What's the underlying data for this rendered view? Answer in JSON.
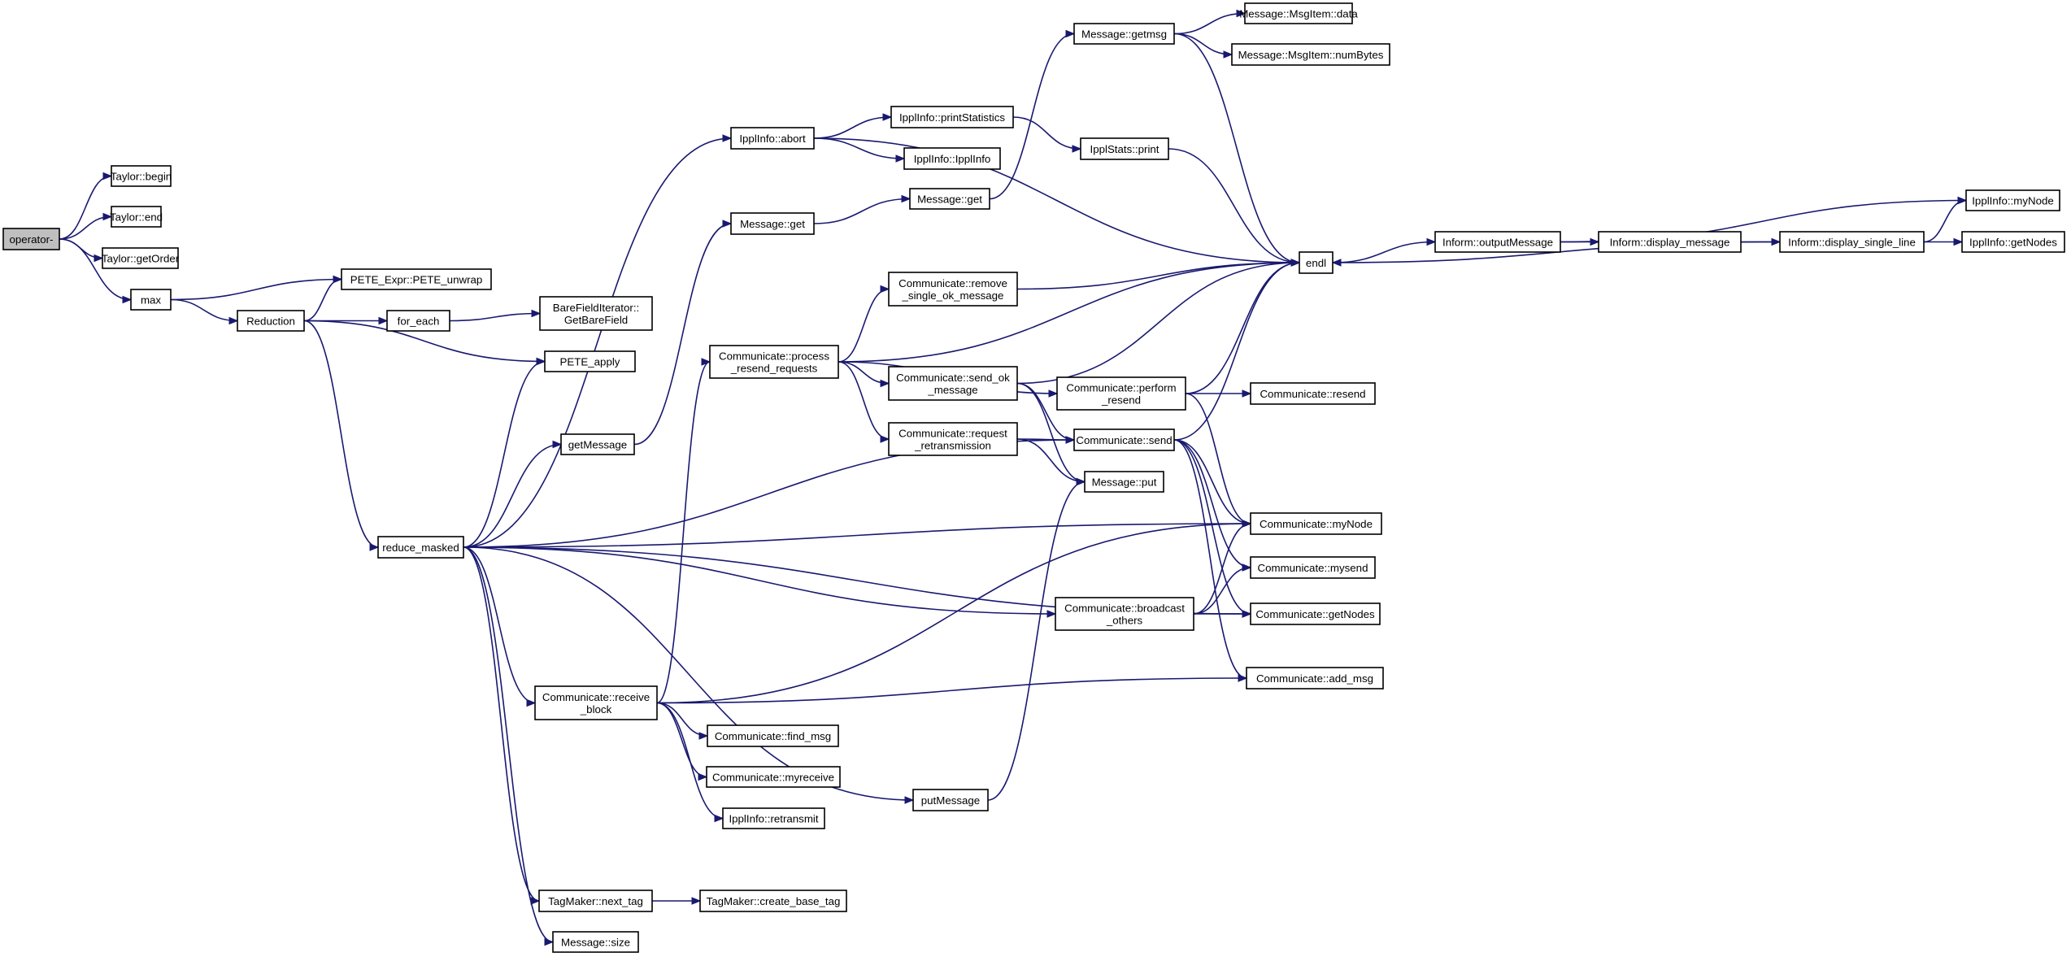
{
  "diagram": {
    "type": "call-graph",
    "colors": {
      "edge": "#191970",
      "root_fill": "#bfbfbf",
      "node_fill": "#ffffff",
      "border": "#000000"
    },
    "nodes": [
      {
        "id": "operator_minus",
        "lines": [
          "operator-"
        ]
      },
      {
        "id": "taylor_begin",
        "lines": [
          "Taylor::begin"
        ]
      },
      {
        "id": "taylor_end",
        "lines": [
          "Taylor::end"
        ]
      },
      {
        "id": "taylor_getorder",
        "lines": [
          "Taylor::getOrder"
        ]
      },
      {
        "id": "max",
        "lines": [
          "max"
        ]
      },
      {
        "id": "pete_unwrap",
        "lines": [
          "PETE_Expr::PETE_unwrap"
        ]
      },
      {
        "id": "reduction",
        "lines": [
          "Reduction"
        ]
      },
      {
        "id": "for_each",
        "lines": [
          "for_each"
        ]
      },
      {
        "id": "barefield",
        "lines": [
          "BareFieldIterator::",
          "GetBareField"
        ]
      },
      {
        "id": "pete_apply",
        "lines": [
          "PETE_apply"
        ]
      },
      {
        "id": "reduce_masked",
        "lines": [
          "reduce_masked"
        ]
      },
      {
        "id": "getmessage",
        "lines": [
          "getMessage"
        ]
      },
      {
        "id": "ipplinfo_abort",
        "lines": [
          "IpplInfo::abort"
        ]
      },
      {
        "id": "message_get_1",
        "lines": [
          "Message::get"
        ]
      },
      {
        "id": "printstatistics",
        "lines": [
          "IpplInfo::printStatistics"
        ]
      },
      {
        "id": "ipplinfo_ctor",
        "lines": [
          "IpplInfo::IpplInfo"
        ]
      },
      {
        "id": "message_get_2",
        "lines": [
          "Message::get"
        ]
      },
      {
        "id": "message_getmsg",
        "lines": [
          "Message::getmsg"
        ]
      },
      {
        "id": "msgitem_data",
        "lines": [
          "Message::MsgItem::data"
        ]
      },
      {
        "id": "msgitem_numbytes",
        "lines": [
          "Message::MsgItem::numBytes"
        ]
      },
      {
        "id": "ipplstats_print",
        "lines": [
          "IpplStats::print"
        ]
      },
      {
        "id": "endl",
        "lines": [
          "endl"
        ]
      },
      {
        "id": "outputmessage",
        "lines": [
          "Inform::outputMessage"
        ]
      },
      {
        "id": "display_message",
        "lines": [
          "Inform::display_message"
        ]
      },
      {
        "id": "display_single_line",
        "lines": [
          "Inform::display_single_line"
        ]
      },
      {
        "id": "ippl_mynode",
        "lines": [
          "IpplInfo::myNode"
        ]
      },
      {
        "id": "ippl_getnodes",
        "lines": [
          "IpplInfo::getNodes"
        ]
      },
      {
        "id": "process_resend",
        "lines": [
          "Communicate::process",
          "_resend_requests"
        ]
      },
      {
        "id": "remove_single_ok",
        "lines": [
          "Communicate::remove",
          "_single_ok_message"
        ]
      },
      {
        "id": "send_ok",
        "lines": [
          "Communicate::send_ok",
          "_message"
        ]
      },
      {
        "id": "request_retrans",
        "lines": [
          "Communicate::request",
          "_retransmission"
        ]
      },
      {
        "id": "perform_resend",
        "lines": [
          "Communicate::perform",
          "_resend"
        ]
      },
      {
        "id": "comm_resend",
        "lines": [
          "Communicate::resend"
        ]
      },
      {
        "id": "comm_send",
        "lines": [
          "Communicate::send"
        ]
      },
      {
        "id": "message_put",
        "lines": [
          "Message::put"
        ]
      },
      {
        "id": "comm_mynode",
        "lines": [
          "Communicate::myNode"
        ]
      },
      {
        "id": "comm_mysend",
        "lines": [
          "Communicate::mysend"
        ]
      },
      {
        "id": "broadcast_others",
        "lines": [
          "Communicate::broadcast",
          "_others"
        ]
      },
      {
        "id": "comm_getnodes",
        "lines": [
          "Communicate::getNodes"
        ]
      },
      {
        "id": "comm_add_msg",
        "lines": [
          "Communicate::add_msg"
        ]
      },
      {
        "id": "receive_block",
        "lines": [
          "Communicate::receive",
          "_block"
        ]
      },
      {
        "id": "find_msg",
        "lines": [
          "Communicate::find_msg"
        ]
      },
      {
        "id": "myreceive",
        "lines": [
          "Communicate::myreceive"
        ]
      },
      {
        "id": "retransmit",
        "lines": [
          "IpplInfo::retransmit"
        ]
      },
      {
        "id": "putmessage",
        "lines": [
          "putMessage"
        ]
      },
      {
        "id": "next_tag",
        "lines": [
          "TagMaker::next_tag"
        ]
      },
      {
        "id": "create_base_tag",
        "lines": [
          "TagMaker::create_base_tag"
        ]
      },
      {
        "id": "message_size",
        "lines": [
          "Message::size"
        ]
      }
    ],
    "edges": [
      [
        "operator_minus",
        "taylor_begin"
      ],
      [
        "operator_minus",
        "taylor_end"
      ],
      [
        "operator_minus",
        "taylor_getorder"
      ],
      [
        "operator_minus",
        "max"
      ],
      [
        "max",
        "pete_unwrap"
      ],
      [
        "max",
        "reduction"
      ],
      [
        "reduction",
        "pete_unwrap"
      ],
      [
        "reduction",
        "for_each"
      ],
      [
        "reduction",
        "pete_apply"
      ],
      [
        "reduction",
        "reduce_masked"
      ],
      [
        "for_each",
        "barefield"
      ],
      [
        "reduce_masked",
        "pete_apply"
      ],
      [
        "reduce_masked",
        "getmessage"
      ],
      [
        "reduce_masked",
        "ipplinfo_abort"
      ],
      [
        "reduce_masked",
        "comm_send"
      ],
      [
        "reduce_masked",
        "comm_mynode"
      ],
      [
        "reduce_masked",
        "broadcast_others"
      ],
      [
        "reduce_masked",
        "comm_getnodes"
      ],
      [
        "reduce_masked",
        "receive_block"
      ],
      [
        "reduce_masked",
        "putmessage"
      ],
      [
        "reduce_masked",
        "next_tag"
      ],
      [
        "reduce_masked",
        "message_size"
      ],
      [
        "getmessage",
        "message_get_1"
      ],
      [
        "message_get_1",
        "message_get_2"
      ],
      [
        "message_get_2",
        "message_getmsg"
      ],
      [
        "message_getmsg",
        "msgitem_data"
      ],
      [
        "message_getmsg",
        "msgitem_numbytes"
      ],
      [
        "message_getmsg",
        "endl"
      ],
      [
        "ipplinfo_abort",
        "printstatistics"
      ],
      [
        "ipplinfo_abort",
        "ipplinfo_ctor"
      ],
      [
        "ipplinfo_abort",
        "endl"
      ],
      [
        "printstatistics",
        "ipplstats_print"
      ],
      [
        "ipplstats_print",
        "endl"
      ],
      [
        "endl",
        "outputmessage"
      ],
      [
        "outputmessage",
        "display_message"
      ],
      [
        "outputmessage",
        "ippl_mynode"
      ],
      [
        "display_message",
        "display_single_line"
      ],
      [
        "display_single_line",
        "ippl_mynode"
      ],
      [
        "display_single_line",
        "ippl_getnodes"
      ],
      [
        "display_single_line",
        "endl"
      ],
      [
        "process_resend",
        "endl"
      ],
      [
        "process_resend",
        "remove_single_ok"
      ],
      [
        "process_resend",
        "send_ok"
      ],
      [
        "process_resend",
        "request_retrans"
      ],
      [
        "process_resend",
        "perform_resend"
      ],
      [
        "remove_single_ok",
        "endl"
      ],
      [
        "send_ok",
        "endl"
      ],
      [
        "send_ok",
        "comm_send"
      ],
      [
        "send_ok",
        "message_put"
      ],
      [
        "request_retrans",
        "comm_send"
      ],
      [
        "request_retrans",
        "message_put"
      ],
      [
        "perform_resend",
        "endl"
      ],
      [
        "perform_resend",
        "comm_resend"
      ],
      [
        "perform_resend",
        "comm_mynode"
      ],
      [
        "comm_send",
        "endl"
      ],
      [
        "comm_send",
        "comm_mynode"
      ],
      [
        "comm_send",
        "comm_mysend"
      ],
      [
        "comm_send",
        "comm_getnodes"
      ],
      [
        "comm_send",
        "comm_add_msg"
      ],
      [
        "broadcast_others",
        "comm_mynode"
      ],
      [
        "broadcast_others",
        "comm_mysend"
      ],
      [
        "broadcast_others",
        "comm_getnodes"
      ],
      [
        "receive_block",
        "process_resend"
      ],
      [
        "receive_block",
        "comm_mynode"
      ],
      [
        "receive_block",
        "comm_add_msg"
      ],
      [
        "receive_block",
        "find_msg"
      ],
      [
        "receive_block",
        "myreceive"
      ],
      [
        "receive_block",
        "retransmit"
      ],
      [
        "putmessage",
        "message_put"
      ],
      [
        "next_tag",
        "create_base_tag"
      ]
    ]
  }
}
